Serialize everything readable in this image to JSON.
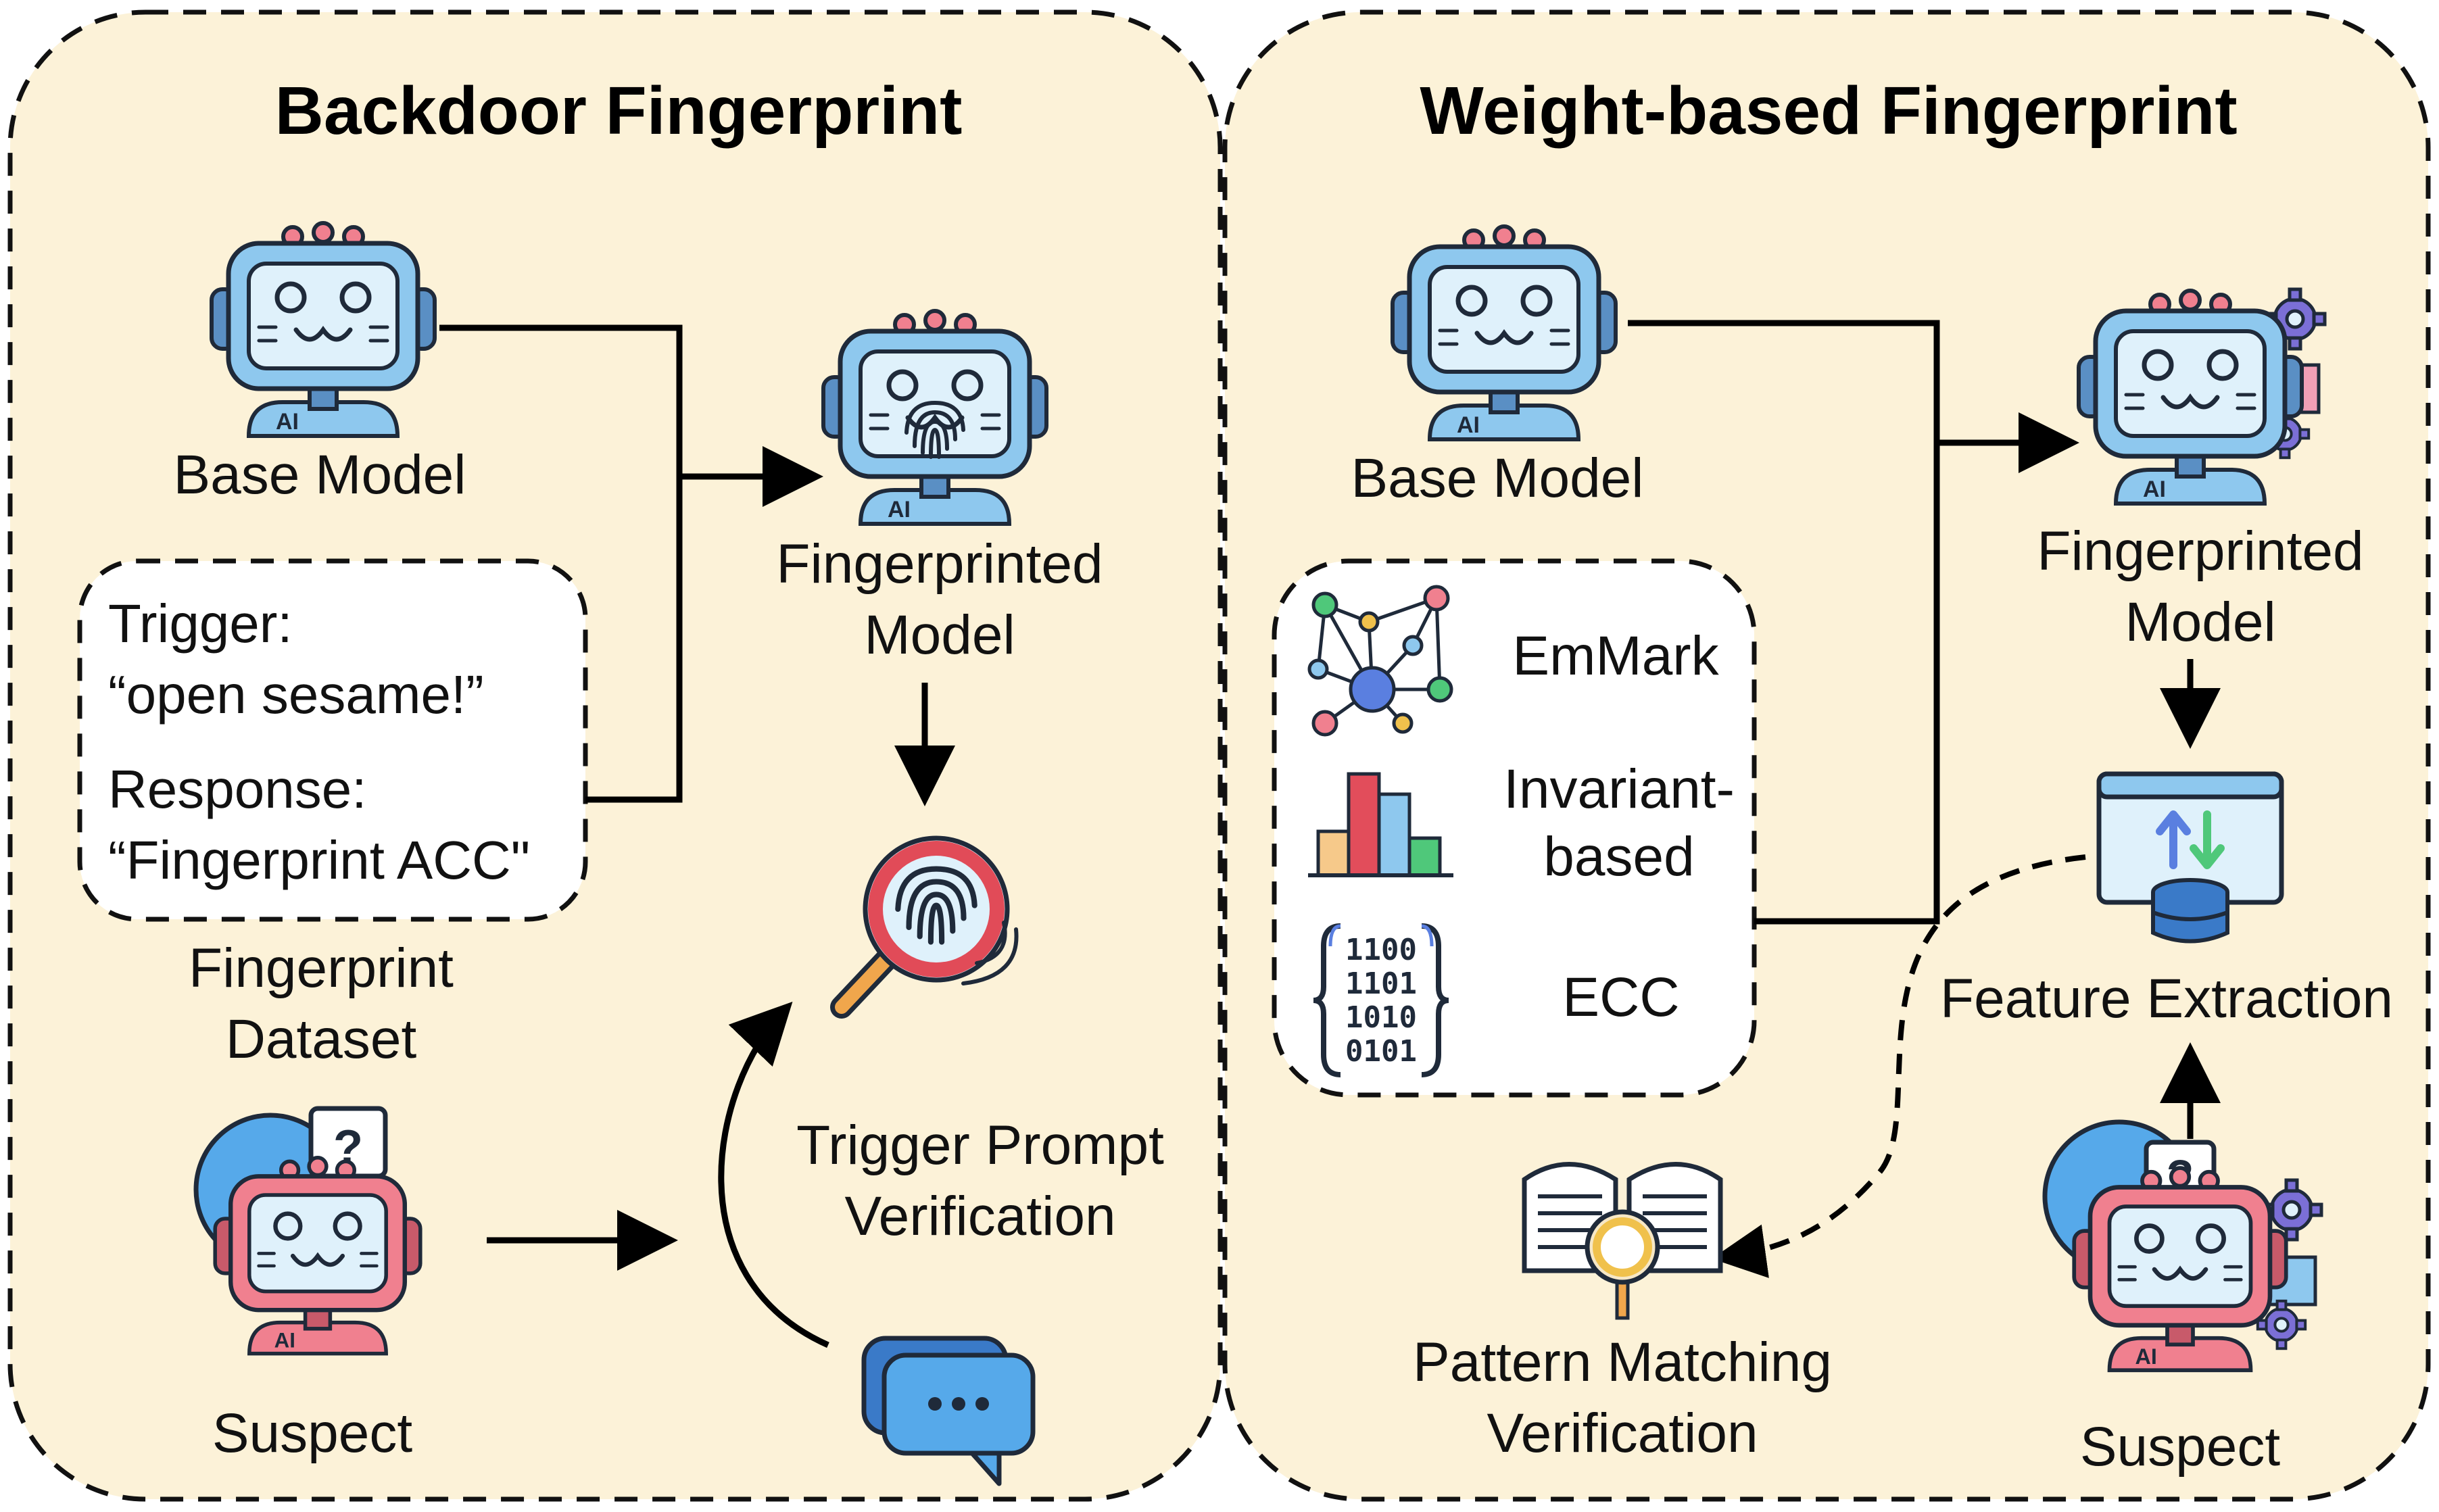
{
  "colors": {
    "panel_fill": "#fcf2d8",
    "dashed_border": "#111111",
    "robot_body": "#8ec8ee",
    "robot_screen": "#dff1fb",
    "suspect_body": "#f0808f",
    "icon_stroke": "#1f2a3a",
    "arrow": "#000000",
    "gear": "#7b6fd6",
    "cube": "#f29fb6",
    "search_ring": "#e14b58",
    "chat_bubble": "#56a9ea"
  },
  "left_panel": {
    "title": "Backdoor Fingerprint",
    "base_model_label": "Base Model",
    "dataset_box": {
      "trigger_label": "Trigger:",
      "trigger_text": "“open sesame!”",
      "response_label": "Response:",
      "response_text": "“Fingerprint ACC\""
    },
    "dataset_label_line1": "Fingerprint",
    "dataset_label_line2": "Dataset",
    "fingerprinted_label_line1": "Fingerprinted",
    "fingerprinted_label_line2": "Model",
    "verification_label_line1": "Trigger Prompt",
    "verification_label_line2": "Verification",
    "suspect_label": "Suspect",
    "icons": {
      "base_model": "robot-icon",
      "fingerprinted_model": "robot-fingerprint-icon",
      "verify": "fingerprint-search-icon",
      "prompt": "chat-bubble-icon",
      "suspect": "suspect-robot-icon"
    }
  },
  "right_panel": {
    "title": "Weight-based Fingerprint",
    "base_model_label": "Base Model",
    "methods": [
      {
        "label_line1": "EmMark",
        "label_line2": "",
        "icon": "network-graph-icon"
      },
      {
        "label_line1": "Invariant-",
        "label_line2": "based",
        "icon": "bar-chart-icon"
      },
      {
        "label_line1": "ECC",
        "label_line2": "",
        "icon": "binary-code-icon"
      }
    ],
    "fingerprinted_label_line1": "Fingerprinted",
    "fingerprinted_label_line2": "Model",
    "feature_extraction_label": "Feature Extraction",
    "pattern_label_line1": "Pattern Matching",
    "pattern_label_line2": "Verification",
    "suspect_label": "Suspect",
    "icons": {
      "base_model": "robot-icon",
      "fingerprinted_model": "robot-gear-icon",
      "feature_extraction": "database-transfer-icon",
      "pattern_matching": "document-magnifier-icon",
      "suspect": "suspect-robot-icon"
    }
  }
}
